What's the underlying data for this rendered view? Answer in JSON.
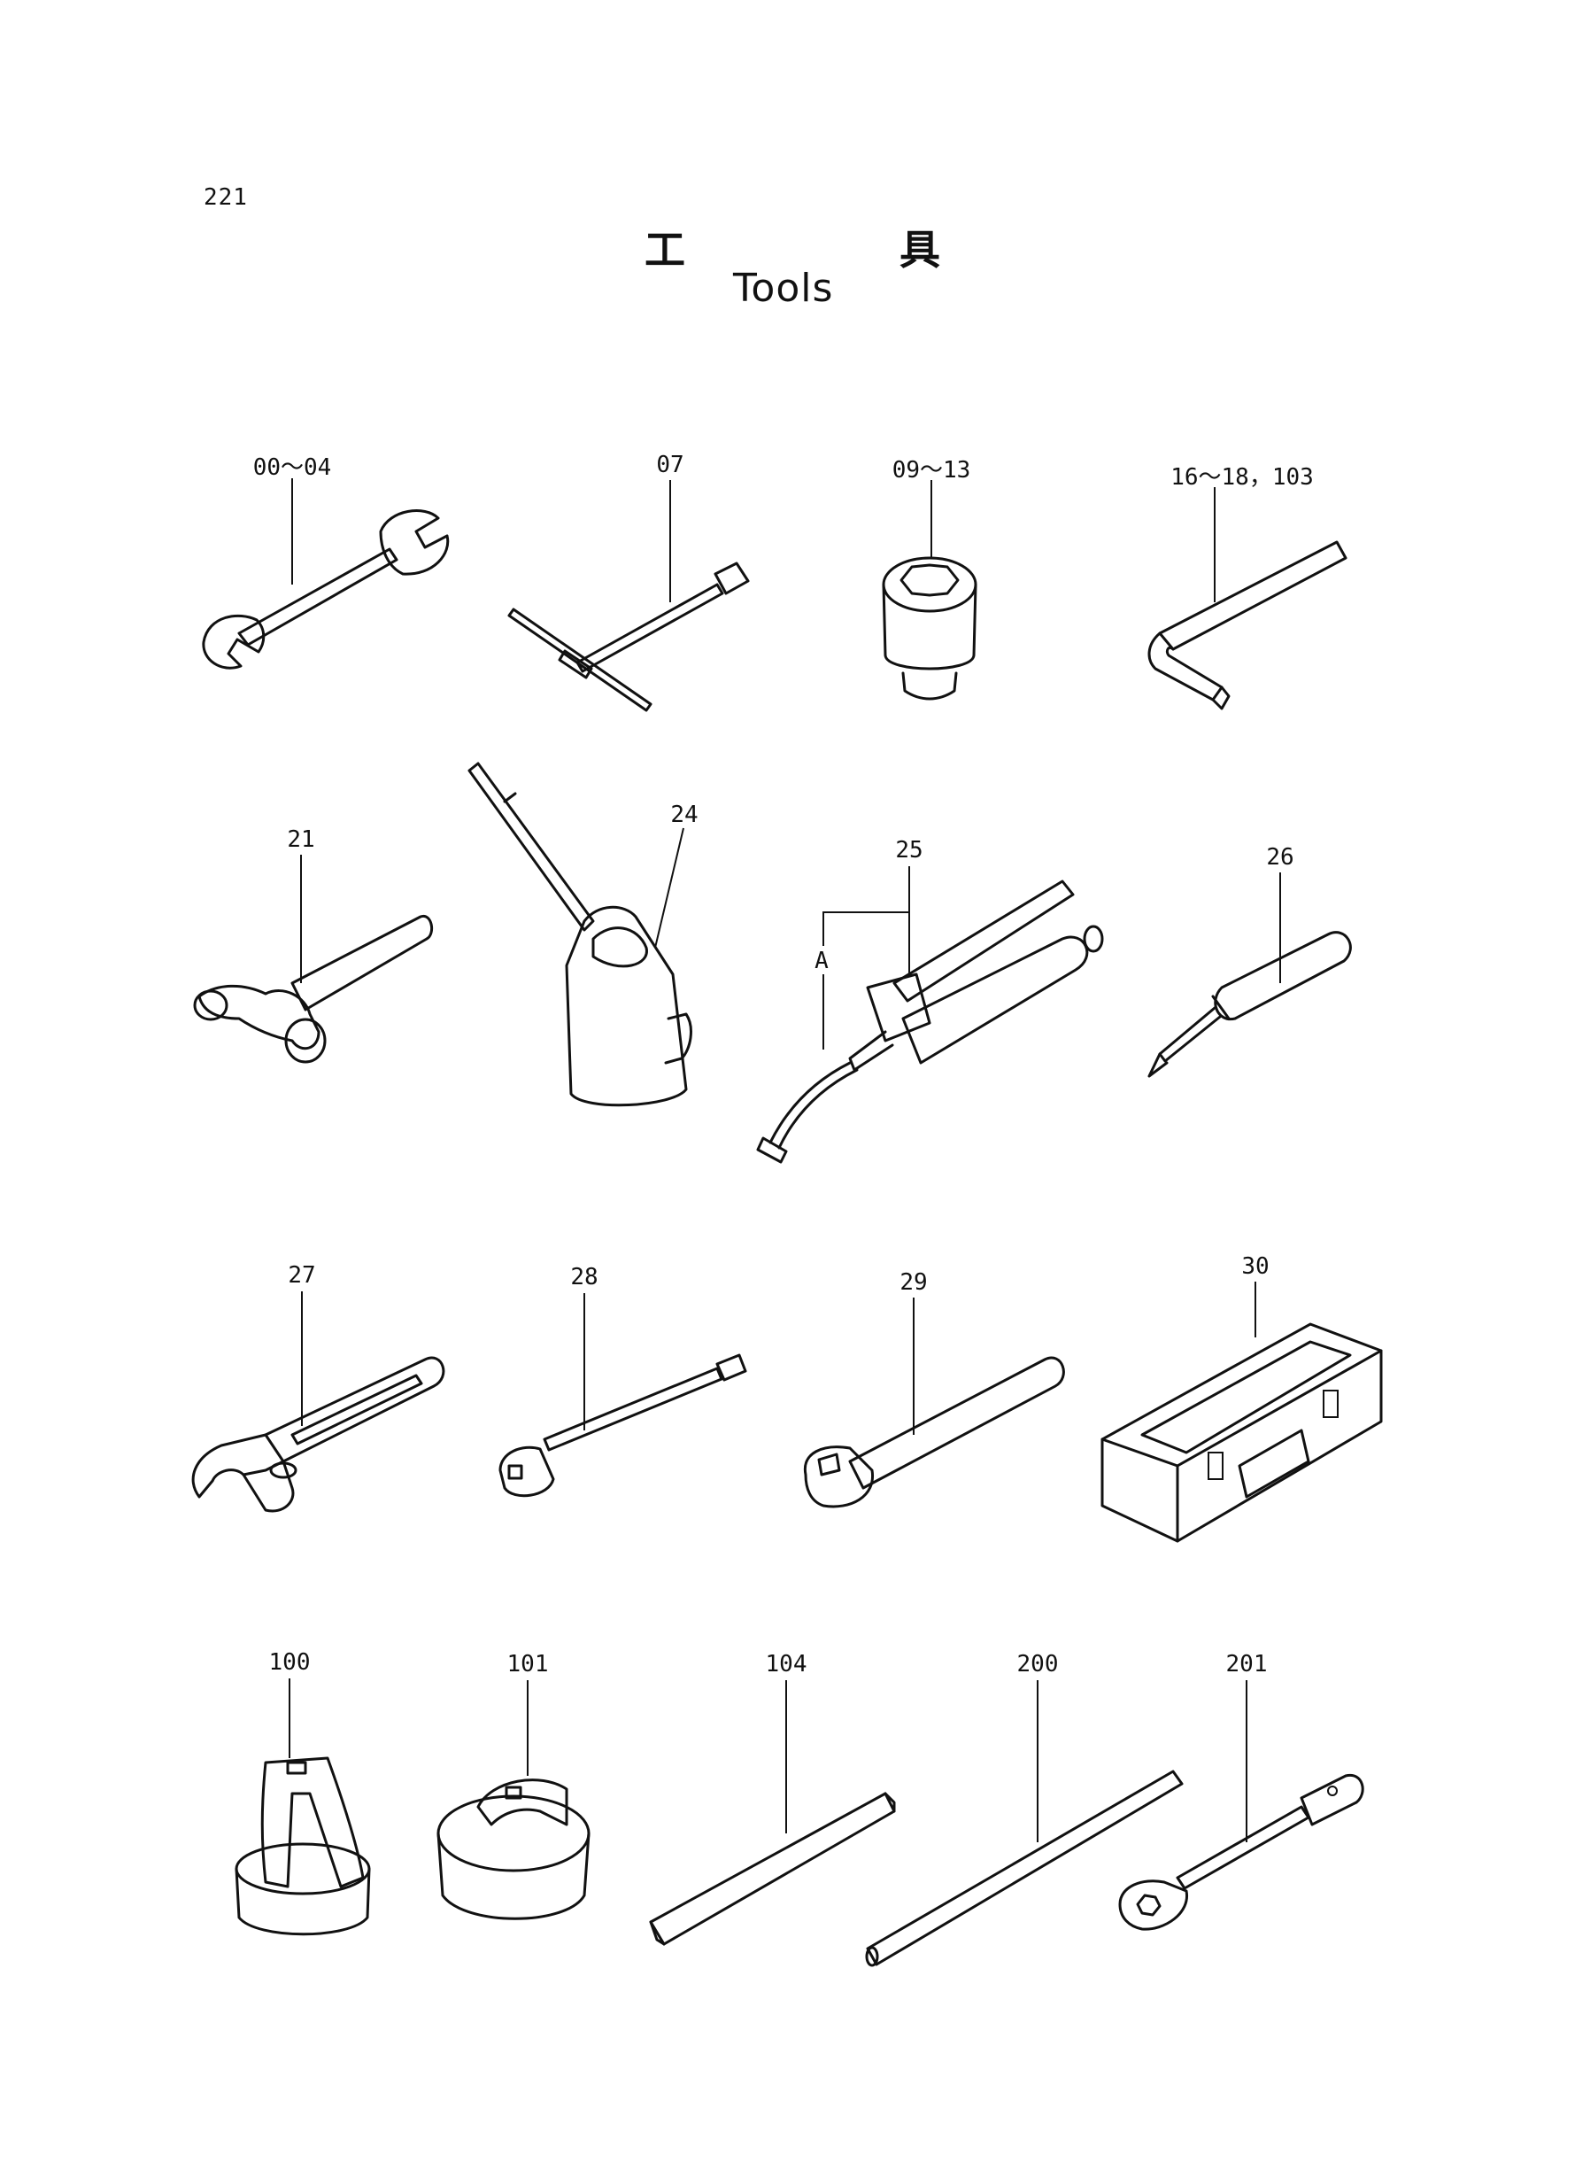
{
  "page": {
    "number": "221",
    "title_jp_1": "工",
    "title_jp_2": "具",
    "title_en": "Tools"
  },
  "parts": [
    {
      "id": "p-00-04",
      "label": "00～04",
      "icon": "open-end-wrench-icon"
    },
    {
      "id": "p-07",
      "label": "07",
      "icon": "t-handle-wrench-icon"
    },
    {
      "id": "p-09-13",
      "label": "09～13",
      "icon": "socket-icon"
    },
    {
      "id": "p-16-18",
      "label": "16～18，103",
      "icon": "hex-key-icon"
    },
    {
      "id": "p-21",
      "label": "21",
      "icon": "hammer-icon"
    },
    {
      "id": "p-24",
      "label": "24",
      "icon": "oil-can-icon"
    },
    {
      "id": "p-25",
      "label": "25",
      "icon": "grease-gun-icon"
    },
    {
      "id": "p-25-a",
      "label": "A",
      "icon": "grease-gun-nozzle-icon"
    },
    {
      "id": "p-26",
      "label": "26",
      "icon": "screwdriver-icon"
    },
    {
      "id": "p-27",
      "label": "27",
      "icon": "adjustable-wrench-icon"
    },
    {
      "id": "p-28",
      "label": "28",
      "icon": "extension-bar-icon"
    },
    {
      "id": "p-29",
      "label": "29",
      "icon": "ratchet-handle-icon"
    },
    {
      "id": "p-30",
      "label": "30",
      "icon": "tool-box-icon"
    },
    {
      "id": "p-100",
      "label": "100",
      "icon": "filter-wrench-icon"
    },
    {
      "id": "p-101",
      "label": "101",
      "icon": "filter-cap-wrench-icon"
    },
    {
      "id": "p-104",
      "label": "104",
      "icon": "hex-bar-icon"
    },
    {
      "id": "p-200",
      "label": "200",
      "icon": "rod-icon"
    },
    {
      "id": "p-201",
      "label": "201",
      "icon": "box-wrench-icon"
    }
  ]
}
